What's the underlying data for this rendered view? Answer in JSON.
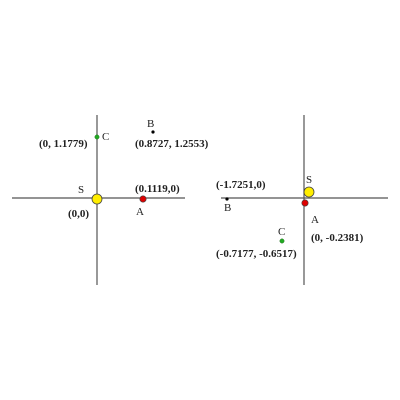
{
  "diagrams": [
    {
      "points": {
        "S": {
          "name": "S",
          "coord": "(0,0)",
          "color": "#ffee00"
        },
        "A": {
          "name": "A",
          "coord": "(0.1119,0)",
          "color": "#dd0000"
        },
        "B": {
          "name": "B",
          "coord": "(0.8727, 1.2553)",
          "color": "#000000"
        },
        "C": {
          "name": "C",
          "coord": "(0, 1.1779)",
          "color": "#22aa22"
        }
      }
    },
    {
      "points": {
        "S": {
          "name": "S",
          "coord": "",
          "color": "#ffee00"
        },
        "A": {
          "name": "A",
          "coord": "(0, -0.2381)",
          "color": "#dd0000"
        },
        "B": {
          "name": "B",
          "coord": "(-1.7251,0)",
          "color": "#000000"
        },
        "C": {
          "name": "C",
          "coord": "(-0.7177, -0.6517)",
          "color": "#22aa22"
        }
      }
    }
  ]
}
